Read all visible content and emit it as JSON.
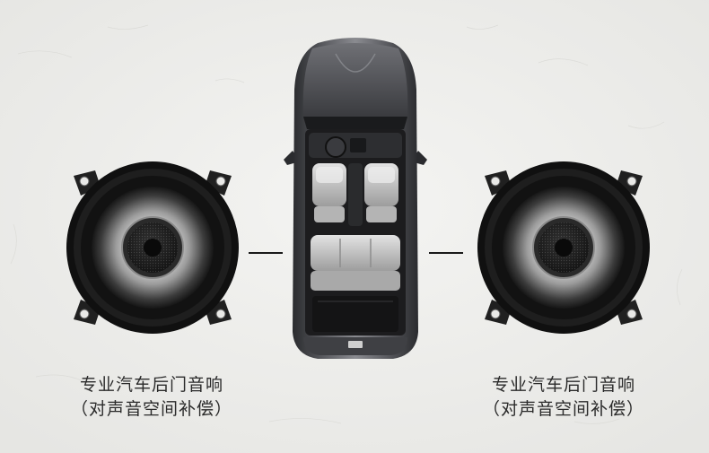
{
  "left_speaker": {
    "caption_line1": "专业汽车后门音响",
    "caption_line2": "（对声音空间补偿）"
  },
  "right_speaker": {
    "caption_line1": "专业汽车后门音响",
    "caption_line2": "（对声音空间补偿）"
  },
  "colors": {
    "background": "#eeeeec",
    "speaker_body": "#151515",
    "car_body": "#4a4b4f",
    "seat": "#c9c9c9",
    "connector": "#1a1a1a"
  },
  "icons": {
    "speaker": "car-speaker-icon",
    "car": "car-top-view-icon"
  }
}
